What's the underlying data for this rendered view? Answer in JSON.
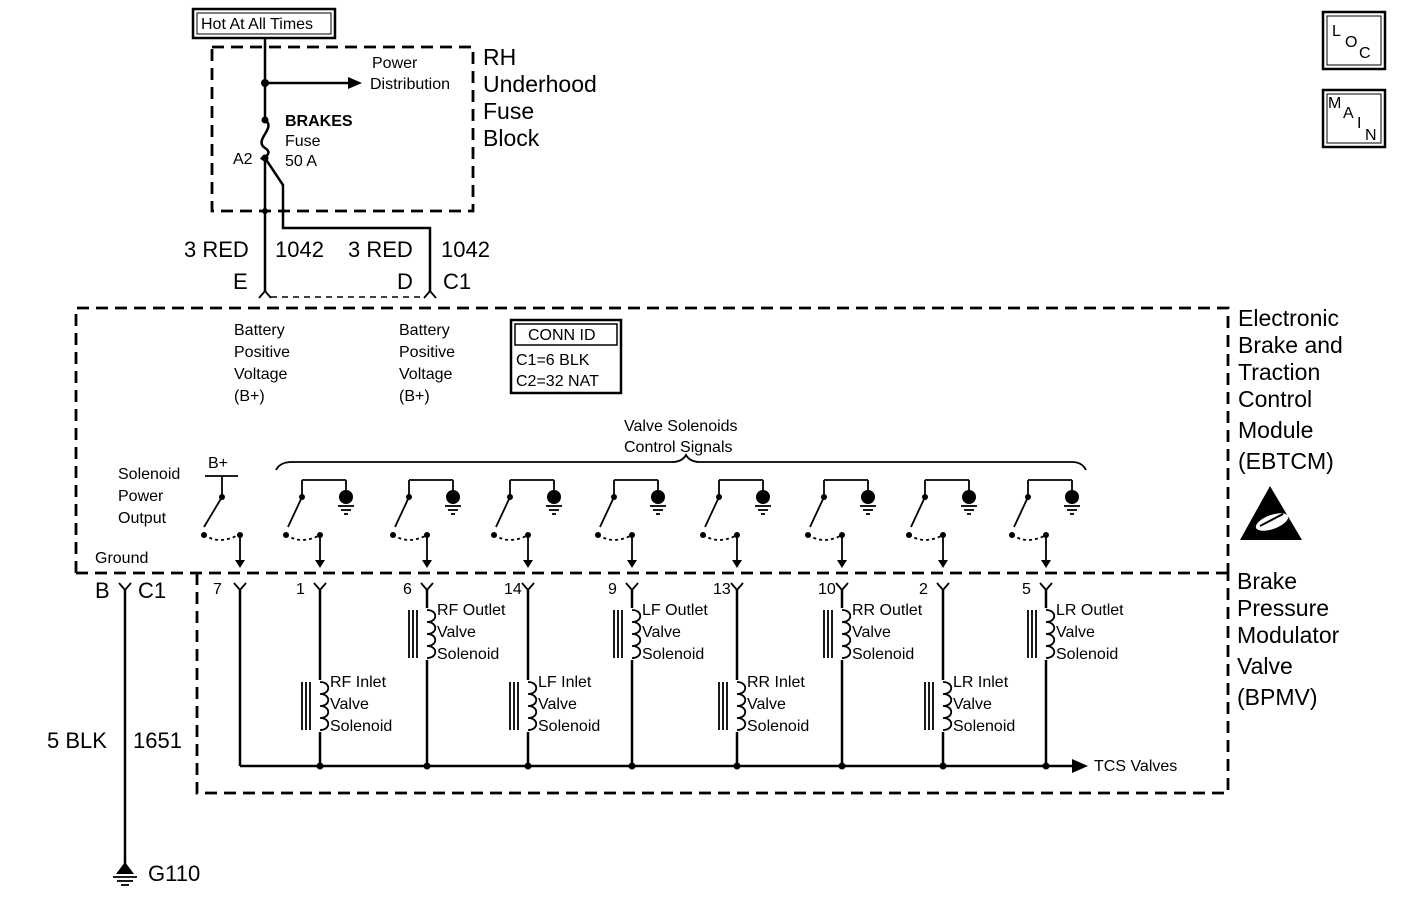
{
  "hot_label": "Hot At All Times",
  "fuse_block": {
    "title_lines": [
      "RH",
      "Underhood",
      "Fuse",
      "Block"
    ],
    "power_distribution": [
      "Power",
      "Distribution"
    ],
    "fuse_lines": [
      "BRAKES",
      "Fuse",
      "50 A"
    ],
    "fuse_terminal": "A2"
  },
  "wires": {
    "e_color": "3 RED",
    "e_circuit": "1042",
    "e_pin": "E",
    "d_color": "3 RED",
    "d_circuit": "1042",
    "d_pin": "D",
    "connector": "C1",
    "ground_color": "5 BLK",
    "ground_circuit": "1651",
    "ground_pin": "B",
    "ground_connector": "C1",
    "ground_id": "G110"
  },
  "ebtcm": {
    "title_lines": [
      "Electronic",
      "Brake and",
      "Traction",
      "Control",
      "Module",
      "(EBTCM)"
    ],
    "bat1": [
      "Battery",
      "Positive",
      "Voltage",
      "(B+)"
    ],
    "bat2": [
      "Battery",
      "Positive",
      "Voltage",
      "(B+)"
    ],
    "conn_id_title": "CONN ID",
    "conn_id_rows": [
      "C1=6 BLK",
      "C2=32 NAT"
    ],
    "valve_signals": [
      "Valve Solenoids",
      "Control Signals"
    ],
    "solenoid_power": [
      "Solenoid",
      "Power",
      "Output"
    ],
    "bplus": "B+",
    "ground": "Ground"
  },
  "bpmv": {
    "title_lines": [
      "Brake",
      "Pressure",
      "Modulator",
      "Valve",
      "(BPMV)"
    ],
    "pins": [
      "7",
      "1",
      "6",
      "14",
      "9",
      "13",
      "10",
      "2",
      "5"
    ],
    "outlet_solenoids": [
      [
        "RF Outlet",
        "Valve",
        "Solenoid"
      ],
      [
        "LF Outlet",
        "Valve",
        "Solenoid"
      ],
      [
        "RR Outlet",
        "Valve",
        "Solenoid"
      ],
      [
        "LR Outlet",
        "Valve",
        "Solenoid"
      ]
    ],
    "inlet_solenoids": [
      [
        "RF Inlet",
        "Valve",
        "Solenoid"
      ],
      [
        "LF Inlet",
        "Valve",
        "Solenoid"
      ],
      [
        "RR Inlet",
        "Valve",
        "Solenoid"
      ],
      [
        "LR Inlet",
        "Valve",
        "Solenoid"
      ]
    ],
    "tcs_valves": "TCS Valves"
  },
  "nav": {
    "loc": [
      "L",
      "O",
      "C"
    ],
    "main": [
      "M",
      "A",
      "I",
      "N"
    ]
  }
}
